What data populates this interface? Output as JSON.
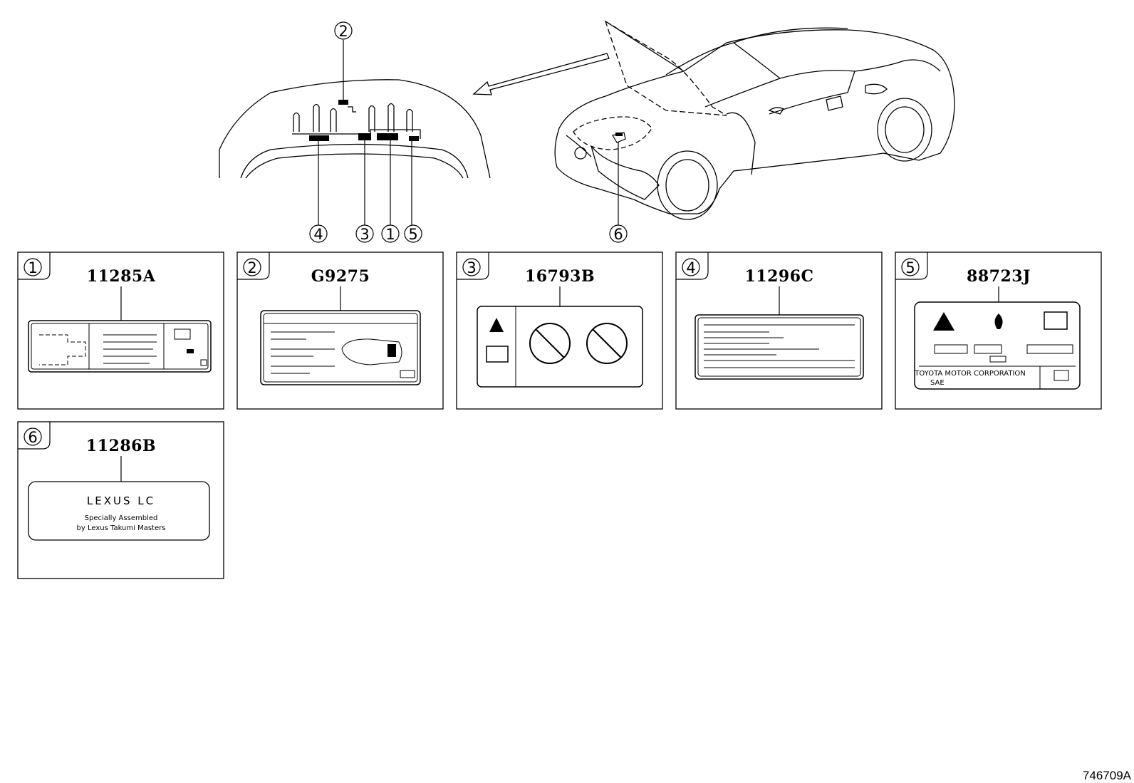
{
  "overview": {
    "callouts_top": {
      "c2": "2",
      "c4": "4",
      "c3": "3",
      "c1": "1",
      "c5": "5",
      "c6": "6"
    }
  },
  "labels": [
    {
      "num": "1",
      "part": "11285A"
    },
    {
      "num": "2",
      "part": "G9275"
    },
    {
      "num": "3",
      "part": "16793B"
    },
    {
      "num": "4",
      "part": "11296C"
    },
    {
      "num": "5",
      "part": "88723J"
    },
    {
      "num": "6",
      "part": "11286B"
    }
  ],
  "label5_text": "TOYOTA MOTOR CORPORATION",
  "label5_sae": "SAE",
  "label6": {
    "logo": "LEXUS LC",
    "line1": "Specially Assembled",
    "line2": "by Lexus Takumi Masters"
  },
  "figure_ref": "746709A"
}
